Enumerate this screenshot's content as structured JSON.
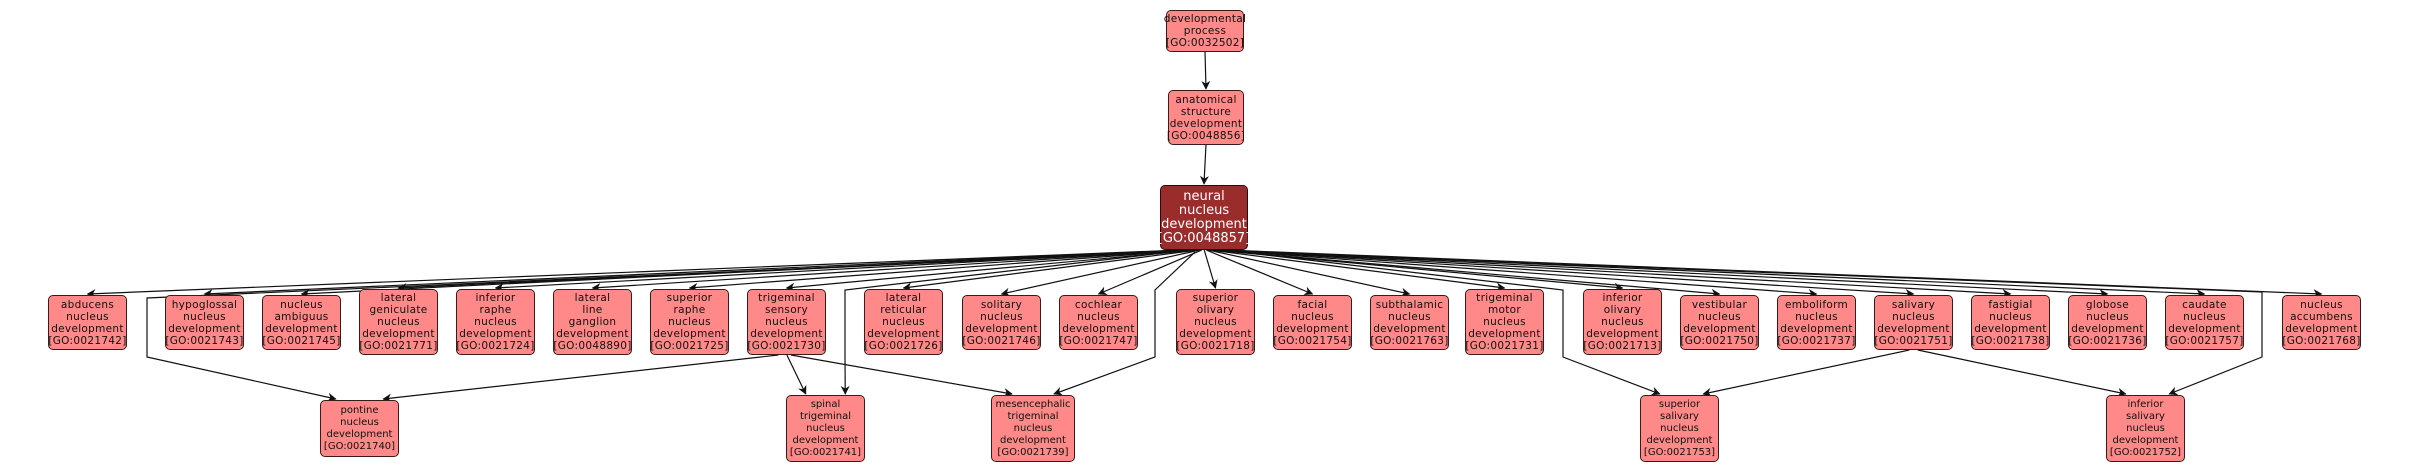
{
  "graph": {
    "title": "GO term ancestry: neural nucleus development",
    "colors": {
      "node_fill": "#ff8888",
      "focus_fill": "#9b2c2c",
      "edge": "#111111"
    },
    "nodes": [
      {
        "id": "GO:0032502",
        "label": "developmental\nprocess\n[GO:0032502]",
        "type": "ancestor"
      },
      {
        "id": "GO:0048856",
        "label": "anatomical\nstructure\ndevelopment\n[GO:0048856]",
        "type": "ancestor"
      },
      {
        "id": "GO:0048857",
        "label": "neural\nnucleus\ndevelopment\n[GO:0048857]",
        "type": "focus"
      },
      {
        "id": "GO:0021742",
        "label": "abducens\nnucleus\ndevelopment\n[GO:0021742]",
        "type": "child"
      },
      {
        "id": "GO:0021743",
        "label": "hypoglossal\nnucleus\ndevelopment\n[GO:0021743]",
        "type": "child"
      },
      {
        "id": "GO:0021745",
        "label": "nucleus\nambiguus\ndevelopment\n[GO:0021745]",
        "type": "child"
      },
      {
        "id": "GO:0021771",
        "label": "lateral\ngeniculate\nnucleus\ndevelopment\n[GO:0021771]",
        "type": "child"
      },
      {
        "id": "GO:0021724",
        "label": "inferior\nraphe\nnucleus\ndevelopment\n[GO:0021724]",
        "type": "child"
      },
      {
        "id": "GO:0048890",
        "label": "lateral\nline\nganglion\ndevelopment\n[GO:0048890]",
        "type": "child"
      },
      {
        "id": "GO:0021725",
        "label": "superior\nraphe\nnucleus\ndevelopment\n[GO:0021725]",
        "type": "child"
      },
      {
        "id": "GO:0021730",
        "label": "trigeminal\nsensory\nnucleus\ndevelopment\n[GO:0021730]",
        "type": "child"
      },
      {
        "id": "GO:0021726",
        "label": "lateral\nreticular\nnucleus\ndevelopment\n[GO:0021726]",
        "type": "child"
      },
      {
        "id": "GO:0021746",
        "label": "solitary\nnucleus\ndevelopment\n[GO:0021746]",
        "type": "child"
      },
      {
        "id": "GO:0021747",
        "label": "cochlear\nnucleus\ndevelopment\n[GO:0021747]",
        "type": "child"
      },
      {
        "id": "GO:0021718",
        "label": "superior\nolivary\nnucleus\ndevelopment\n[GO:0021718]",
        "type": "child"
      },
      {
        "id": "GO:0021754",
        "label": "facial\nnucleus\ndevelopment\n[GO:0021754]",
        "type": "child"
      },
      {
        "id": "GO:0021763",
        "label": "subthalamic\nnucleus\ndevelopment\n[GO:0021763]",
        "type": "child"
      },
      {
        "id": "GO:0021731",
        "label": "trigeminal\nmotor\nnucleus\ndevelopment\n[GO:0021731]",
        "type": "child"
      },
      {
        "id": "GO:0021713",
        "label": "inferior\nolivary\nnucleus\ndevelopment\n[GO:0021713]",
        "type": "child"
      },
      {
        "id": "GO:0021750",
        "label": "vestibular\nnucleus\ndevelopment\n[GO:0021750]",
        "type": "child"
      },
      {
        "id": "GO:0021737",
        "label": "emboliform\nnucleus\ndevelopment\n[GO:0021737]",
        "type": "child"
      },
      {
        "id": "GO:0021751",
        "label": "salivary\nnucleus\ndevelopment\n[GO:0021751]",
        "type": "child"
      },
      {
        "id": "GO:0021738",
        "label": "fastigial\nnucleus\ndevelopment\n[GO:0021738]",
        "type": "child"
      },
      {
        "id": "GO:0021736",
        "label": "globose\nnucleus\ndevelopment\n[GO:0021736]",
        "type": "child"
      },
      {
        "id": "GO:0021757",
        "label": "caudate\nnucleus\ndevelopment\n[GO:0021757]",
        "type": "child"
      },
      {
        "id": "GO:0021768",
        "label": "nucleus\naccumbens\ndevelopment\n[GO:0021768]",
        "type": "child"
      },
      {
        "id": "GO:0021740",
        "label": "pontine\nnucleus\ndevelopment\n[GO:0021740]",
        "type": "grandchild"
      },
      {
        "id": "GO:0021741",
        "label": "spinal\ntrigeminal\nnucleus\ndevelopment\n[GO:0021741]",
        "type": "grandchild"
      },
      {
        "id": "GO:0021739",
        "label": "mesencephalic\ntrigeminal\nnucleus\ndevelopment\n[GO:0021739]",
        "type": "grandchild"
      },
      {
        "id": "GO:0021753",
        "label": "superior\nsalivary\nnucleus\ndevelopment\n[GO:0021753]",
        "type": "grandchild"
      },
      {
        "id": "GO:0021752",
        "label": "inferior\nsalivary\nnucleus\ndevelopment\n[GO:0021752]",
        "type": "grandchild"
      }
    ],
    "edges": [
      {
        "from": "GO:0032502",
        "to": "GO:0048856"
      },
      {
        "from": "GO:0048856",
        "to": "GO:0048857"
      },
      {
        "from": "GO:0048857",
        "to": "GO:0021742"
      },
      {
        "from": "GO:0048857",
        "to": "GO:0021743"
      },
      {
        "from": "GO:0048857",
        "to": "GO:0021745"
      },
      {
        "from": "GO:0048857",
        "to": "GO:0021771"
      },
      {
        "from": "GO:0048857",
        "to": "GO:0021724"
      },
      {
        "from": "GO:0048857",
        "to": "GO:0048890"
      },
      {
        "from": "GO:0048857",
        "to": "GO:0021725"
      },
      {
        "from": "GO:0048857",
        "to": "GO:0021730"
      },
      {
        "from": "GO:0048857",
        "to": "GO:0021726"
      },
      {
        "from": "GO:0048857",
        "to": "GO:0021746"
      },
      {
        "from": "GO:0048857",
        "to": "GO:0021747"
      },
      {
        "from": "GO:0048857",
        "to": "GO:0021718"
      },
      {
        "from": "GO:0048857",
        "to": "GO:0021754"
      },
      {
        "from": "GO:0048857",
        "to": "GO:0021763"
      },
      {
        "from": "GO:0048857",
        "to": "GO:0021731"
      },
      {
        "from": "GO:0048857",
        "to": "GO:0021713"
      },
      {
        "from": "GO:0048857",
        "to": "GO:0021750"
      },
      {
        "from": "GO:0048857",
        "to": "GO:0021737"
      },
      {
        "from": "GO:0048857",
        "to": "GO:0021751"
      },
      {
        "from": "GO:0048857",
        "to": "GO:0021738"
      },
      {
        "from": "GO:0048857",
        "to": "GO:0021736"
      },
      {
        "from": "GO:0048857",
        "to": "GO:0021757"
      },
      {
        "from": "GO:0048857",
        "to": "GO:0021768"
      },
      {
        "from": "GO:0048857",
        "to": "GO:0021740"
      },
      {
        "from": "GO:0048857",
        "to": "GO:0021741"
      },
      {
        "from": "GO:0048857",
        "to": "GO:0021739"
      },
      {
        "from": "GO:0048857",
        "to": "GO:0021753"
      },
      {
        "from": "GO:0048857",
        "to": "GO:0021752"
      },
      {
        "from": "GO:0021730",
        "to": "GO:0021740"
      },
      {
        "from": "GO:0021730",
        "to": "GO:0021741"
      },
      {
        "from": "GO:0021730",
        "to": "GO:0021739"
      },
      {
        "from": "GO:0021751",
        "to": "GO:0021753"
      },
      {
        "from": "GO:0021751",
        "to": "GO:0021752"
      }
    ]
  }
}
